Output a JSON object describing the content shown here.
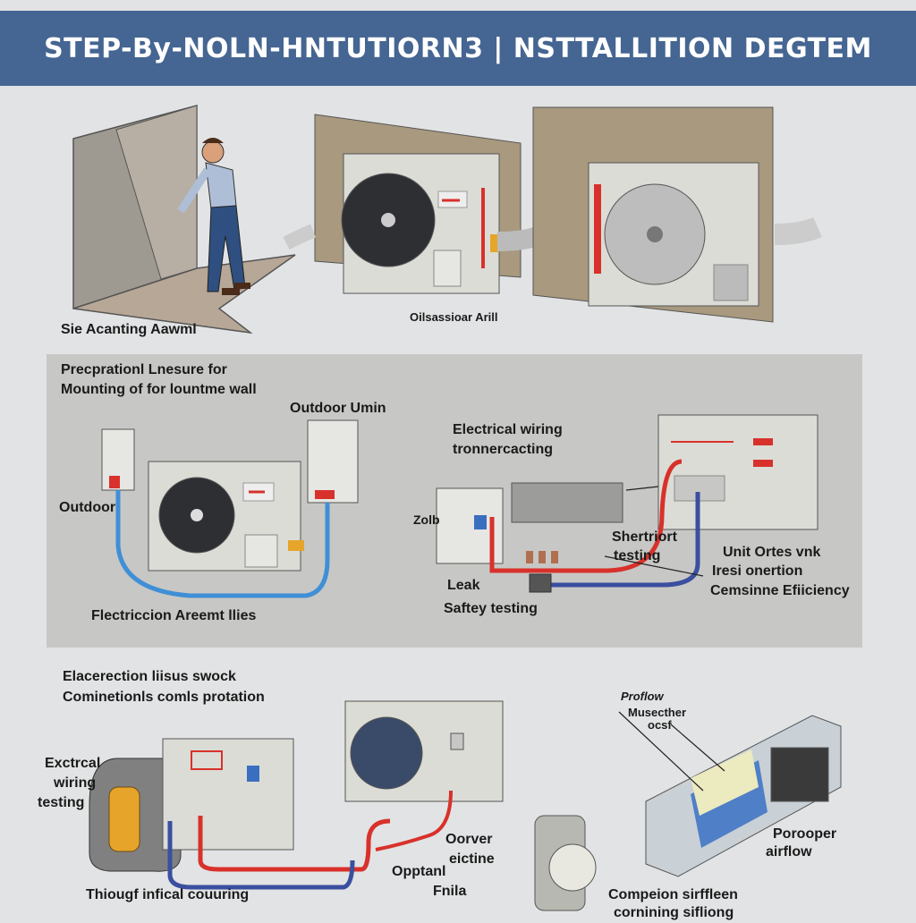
{
  "header": {
    "title": "STEP-By-NOLN-HNTUTIORN3 | NSTTALLITION DEGTEM",
    "background_color": "#456592"
  },
  "section1": {
    "caption_left": "Sie Acanting Aawml",
    "caption_center": "Oilsassioar Arill"
  },
  "section2": {
    "heading_line1": "Precprationl Lnesure for",
    "heading_line2": "Mounting of for lountme wall",
    "label_outdoor_unit": "Outdoor Umin",
    "label_outdoor": "Outdoor",
    "label_electric_lines": "Flectriccion Areemt llies",
    "label_wiring_line1": "Electrical wiring",
    "label_wiring_line2": "tronnercacting",
    "label_zone": "Zolb",
    "label_leak": "Leak",
    "label_safety": "Saftey testing",
    "label_shorting_line1": "Shertriort",
    "label_shorting_line2": "testing",
    "label_unit_line1": "Unit Ortes vnk",
    "label_unit_line2": "Iresi onertion",
    "label_unit_line3": "Cemsinne Efiiciency"
  },
  "section3": {
    "heading_line1": "Elacerection liisus swock",
    "heading_line2": "Cominetionls comls protation",
    "label_wiring_line1": "Exctrcal",
    "label_wiring_line2": "wiring",
    "label_wiring_line3": "testing",
    "label_coupling": "Thiougf infical couuring",
    "label_owner_line1": "Oorver",
    "label_owner_line2": "eictine",
    "label_optional_line1": "Opptanl",
    "label_optional_line2": "Fnila",
    "label_proflow_line1": "Proflow",
    "label_proflow_line2": "Musecther",
    "label_proflow_line3": "ocsf",
    "label_proper_line1": "Porooper",
    "label_proper_line2": "airflow",
    "label_bottom_line1": "Compeion sirffleen",
    "label_bottom_line2": "cornining sifliong"
  },
  "colors": {
    "refrigerant_hot": "#d8312b",
    "refrigerant_cold": "#3a4fa0",
    "water_line": "#3f8fd6",
    "wall": "#a89a86",
    "unit_body": "#dcdcd6",
    "panel_bg": "#c7c7c5"
  }
}
